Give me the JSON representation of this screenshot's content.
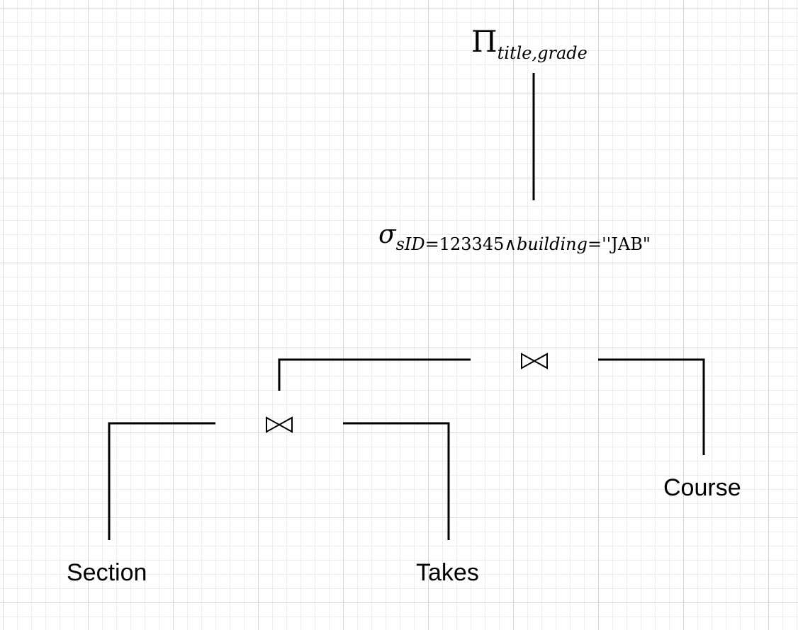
{
  "diagram": {
    "projection": {
      "operator": "Π",
      "attributes": "title,grade"
    },
    "selection": {
      "operator": "σ",
      "predicate": {
        "attr1": "sID",
        "eq1": "=123345",
        "and": "∧",
        "attr2": "building",
        "eq2": "=",
        "value": "''JAB\""
      }
    },
    "joins": [
      {
        "id": "join-upper",
        "symbol": "natural-join",
        "left": "join-lower",
        "right": "Course"
      },
      {
        "id": "join-lower",
        "symbol": "natural-join",
        "left": "Section",
        "right": "Takes"
      }
    ],
    "relations": {
      "section": "Section",
      "takes": "Takes",
      "course": "Course"
    },
    "colors": {
      "line": "#000000",
      "grid_major": "#d6d6d6",
      "grid_minor": "#eeeeee",
      "background": "#ffffff"
    }
  }
}
